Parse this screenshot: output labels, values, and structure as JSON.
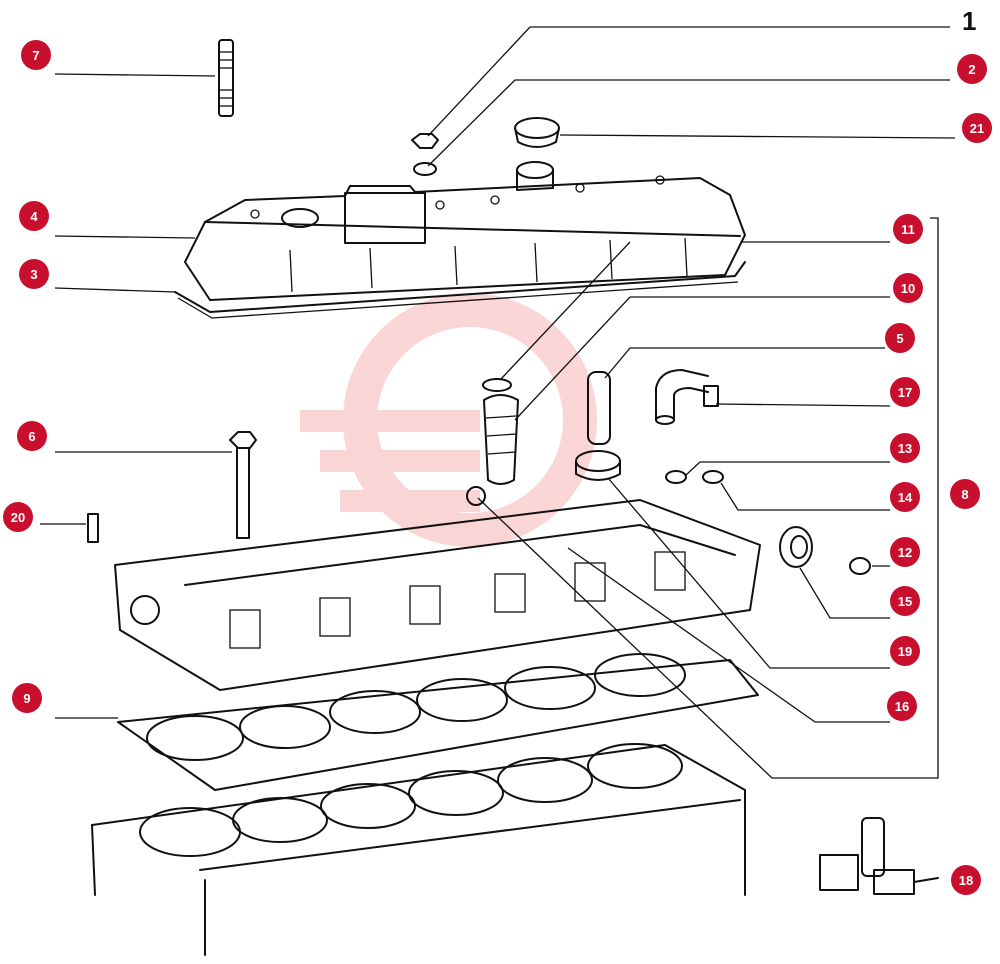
{
  "figure": {
    "number": "1"
  },
  "callouts": [
    {
      "id": "c1",
      "text": "2"
    },
    {
      "id": "c2",
      "text": "21"
    },
    {
      "id": "c3",
      "text": "7"
    },
    {
      "id": "c4",
      "text": "4"
    },
    {
      "id": "c5",
      "text": "3"
    },
    {
      "id": "c6",
      "text": "11"
    },
    {
      "id": "c7",
      "text": "10"
    },
    {
      "id": "c8",
      "text": "5"
    },
    {
      "id": "c9",
      "text": "17"
    },
    {
      "id": "c10",
      "text": "13"
    },
    {
      "id": "c11",
      "text": "14"
    },
    {
      "id": "c12",
      "text": "8"
    },
    {
      "id": "c13",
      "text": "6"
    },
    {
      "id": "c14",
      "text": "20"
    },
    {
      "id": "c15",
      "text": "12"
    },
    {
      "id": "c16",
      "text": "15"
    },
    {
      "id": "c17",
      "text": "19"
    },
    {
      "id": "c18",
      "text": "16"
    },
    {
      "id": "c19",
      "text": "9"
    },
    {
      "id": "c20",
      "text": "18"
    }
  ],
  "colors": {
    "badge": "#c8102e",
    "line": "#111111",
    "watermark": "#f3b6b6"
  }
}
